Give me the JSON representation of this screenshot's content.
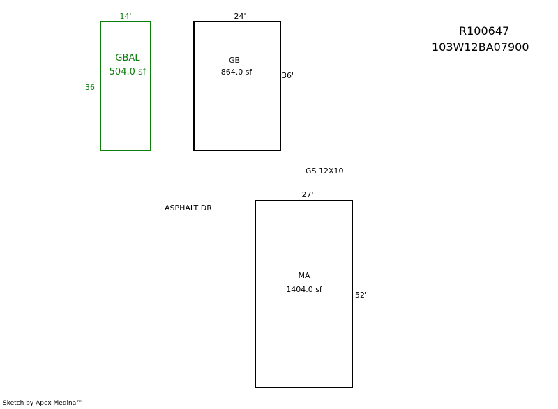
{
  "colors": {
    "gbal": "#0a7d0a",
    "default": "#000000"
  },
  "parcel": {
    "id": "R100647",
    "code": "103W12BA07900"
  },
  "rooms": {
    "gbal": {
      "label": "GBAL",
      "area": "504.0 sf",
      "width": "14'",
      "height": "36'"
    },
    "gb": {
      "label": "GB",
      "area": "864.0 sf",
      "width": "24'",
      "height": "36'"
    },
    "ma": {
      "label": "MA",
      "area": "1404.0 sf",
      "width": "27'",
      "height": "52'"
    }
  },
  "notes": {
    "gs": "GS 12X10",
    "driveway": "ASPHALT DR"
  },
  "footer": {
    "credit": "Sketch by Apex Medina™"
  }
}
